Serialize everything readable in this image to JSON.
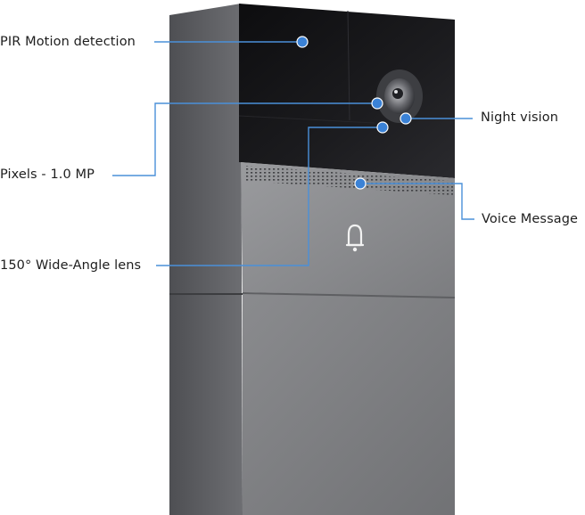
{
  "callouts": {
    "pir": "PIR Motion detection",
    "pixels": "Pixels - 1.0 MP",
    "lens": "150° Wide-Angle lens",
    "night": "Night vision",
    "voice": "Voice Message"
  },
  "icons": {
    "bell": "bell-icon"
  },
  "colors": {
    "callout_line": "#4a90d9",
    "callout_dot": "#3b82d6",
    "device_face": "#8f9093",
    "device_side": "#5c5d61",
    "glass": "#141416"
  }
}
